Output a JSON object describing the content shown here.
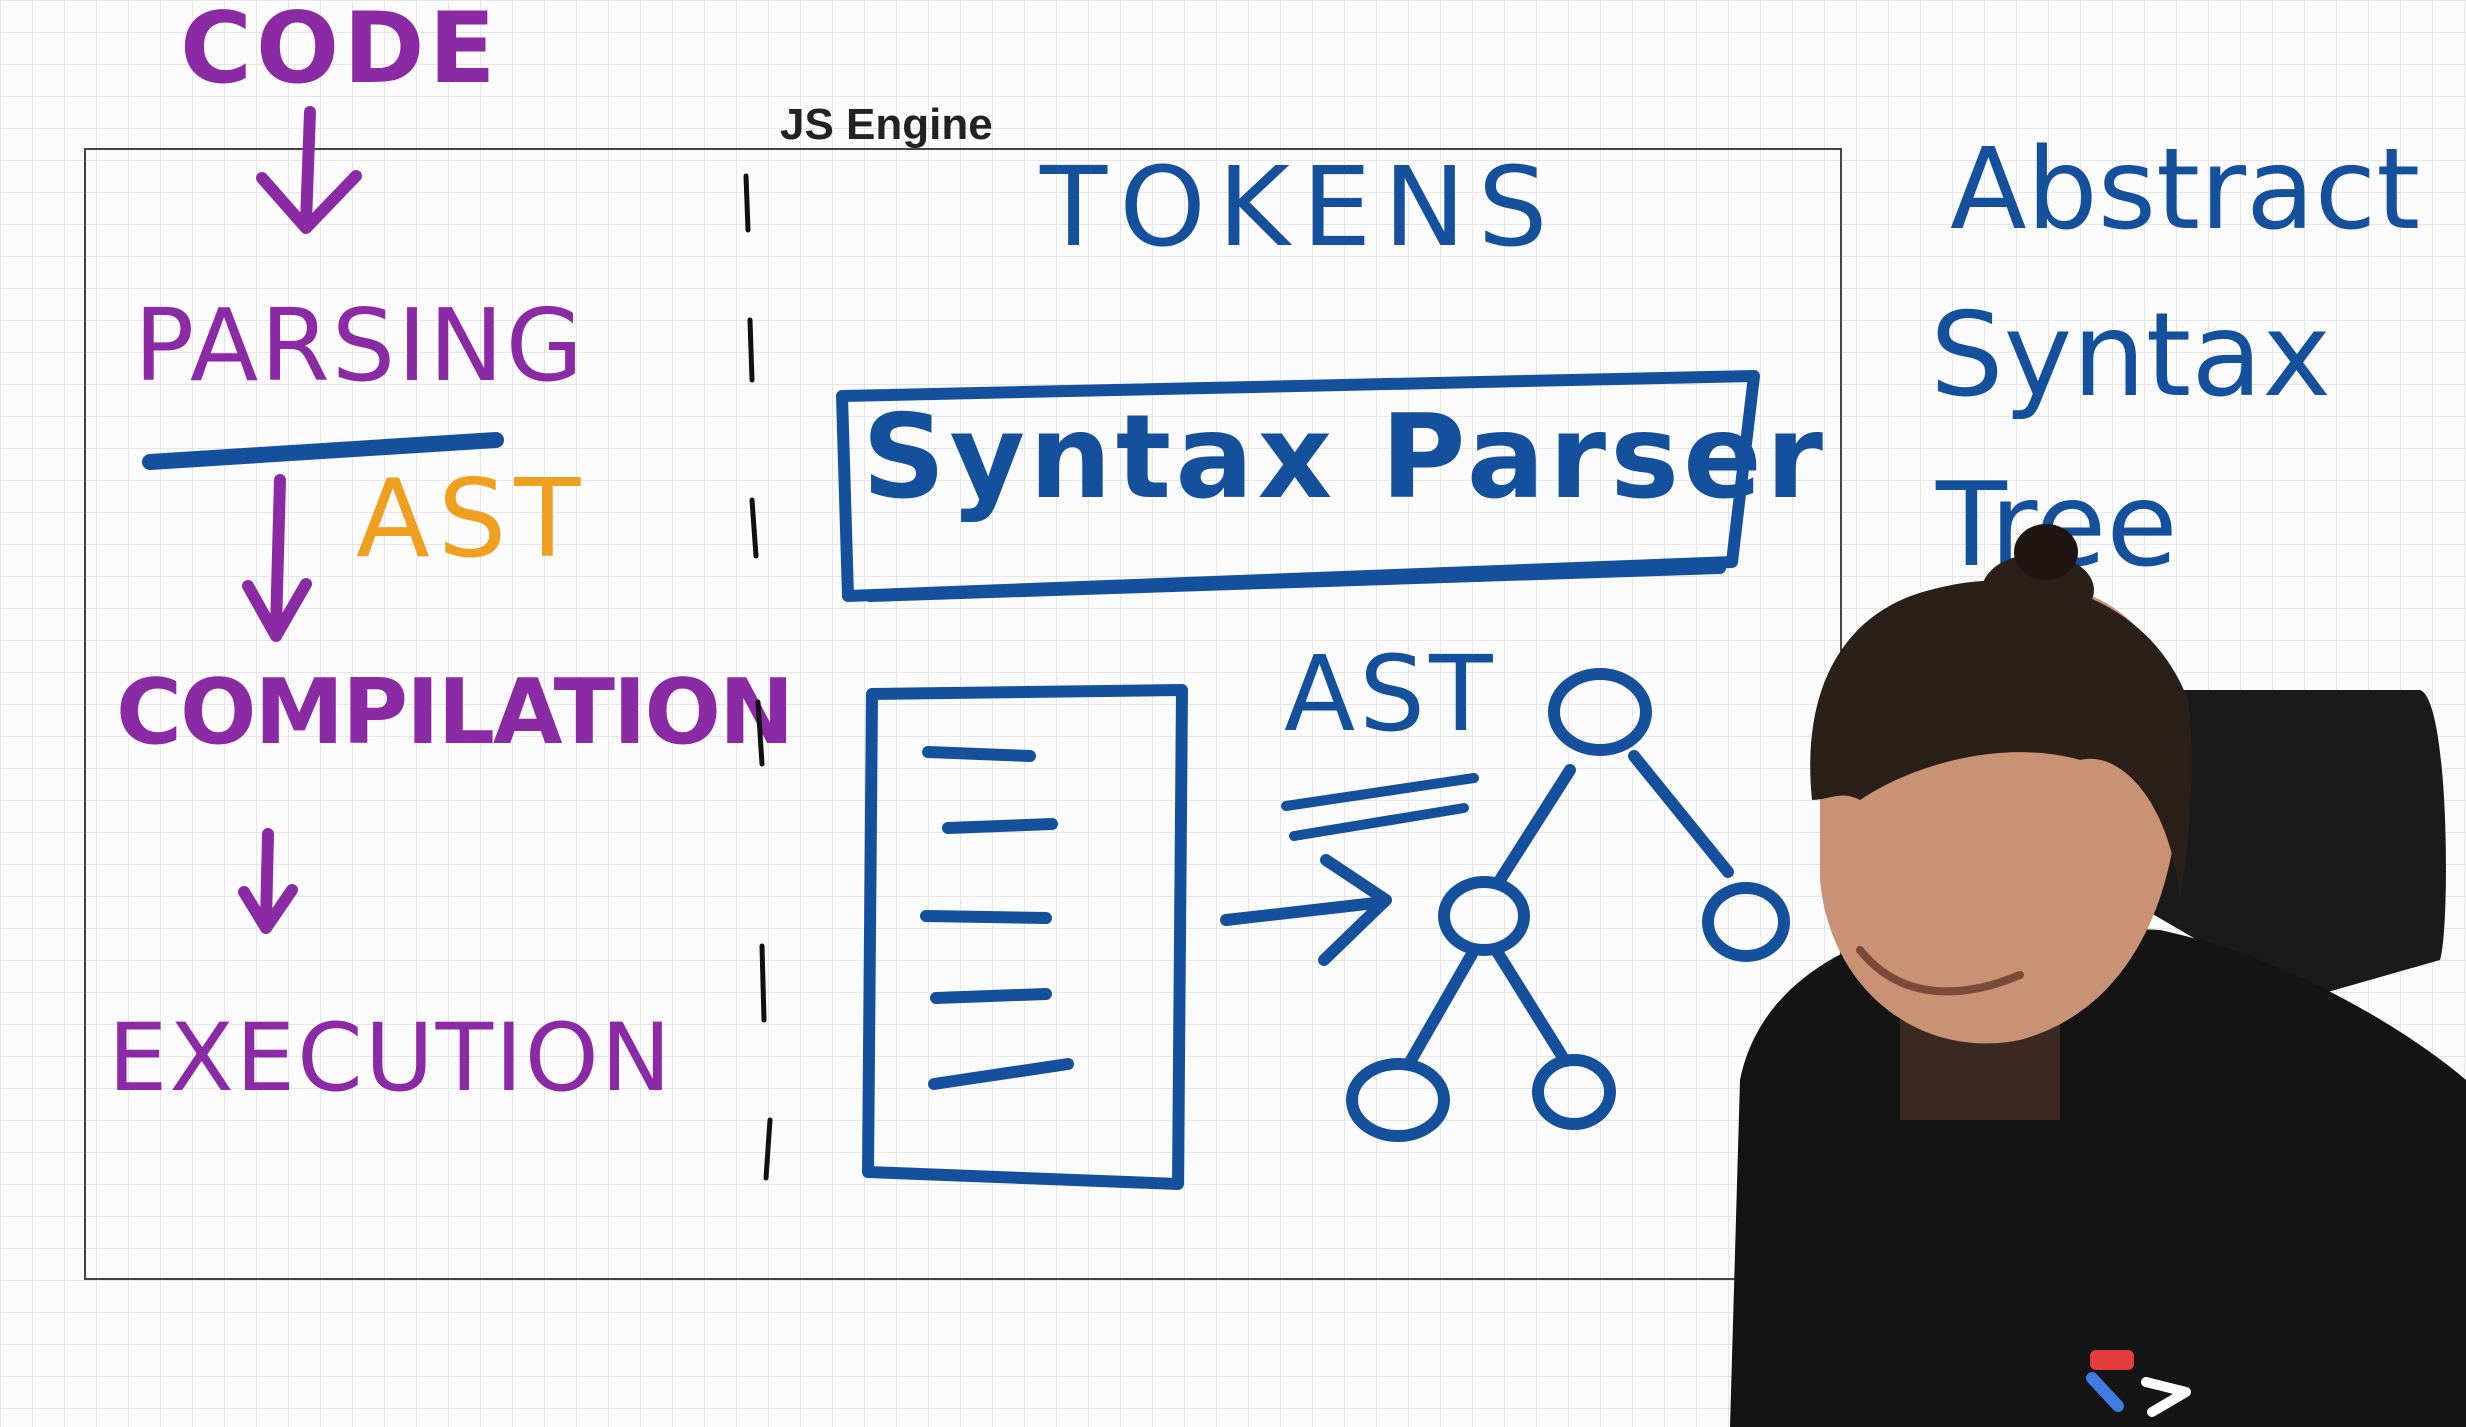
{
  "board": {
    "engine_title": "JS Engine",
    "code_label": "CODE",
    "parsing_label": "PARSING",
    "ast_label": "AST",
    "compilation_label": "COMPILATION",
    "execution_label": "EXECUTION",
    "tokens_label": "TOKENS",
    "parser_label": "Syntax Parser",
    "tree_ast_label": "AST",
    "abstract_word": "Abstract",
    "syntax_word": "Syntax",
    "tree_word": "Tree"
  },
  "colors": {
    "purple": "#8a2aa4",
    "blue": "#14509b",
    "orange": "#f0a020",
    "frame": "#444444"
  },
  "icons": {
    "arrow": "arrow-down-icon",
    "arrow_right": "arrow-right-icon",
    "presenter": "presenter-figure"
  }
}
